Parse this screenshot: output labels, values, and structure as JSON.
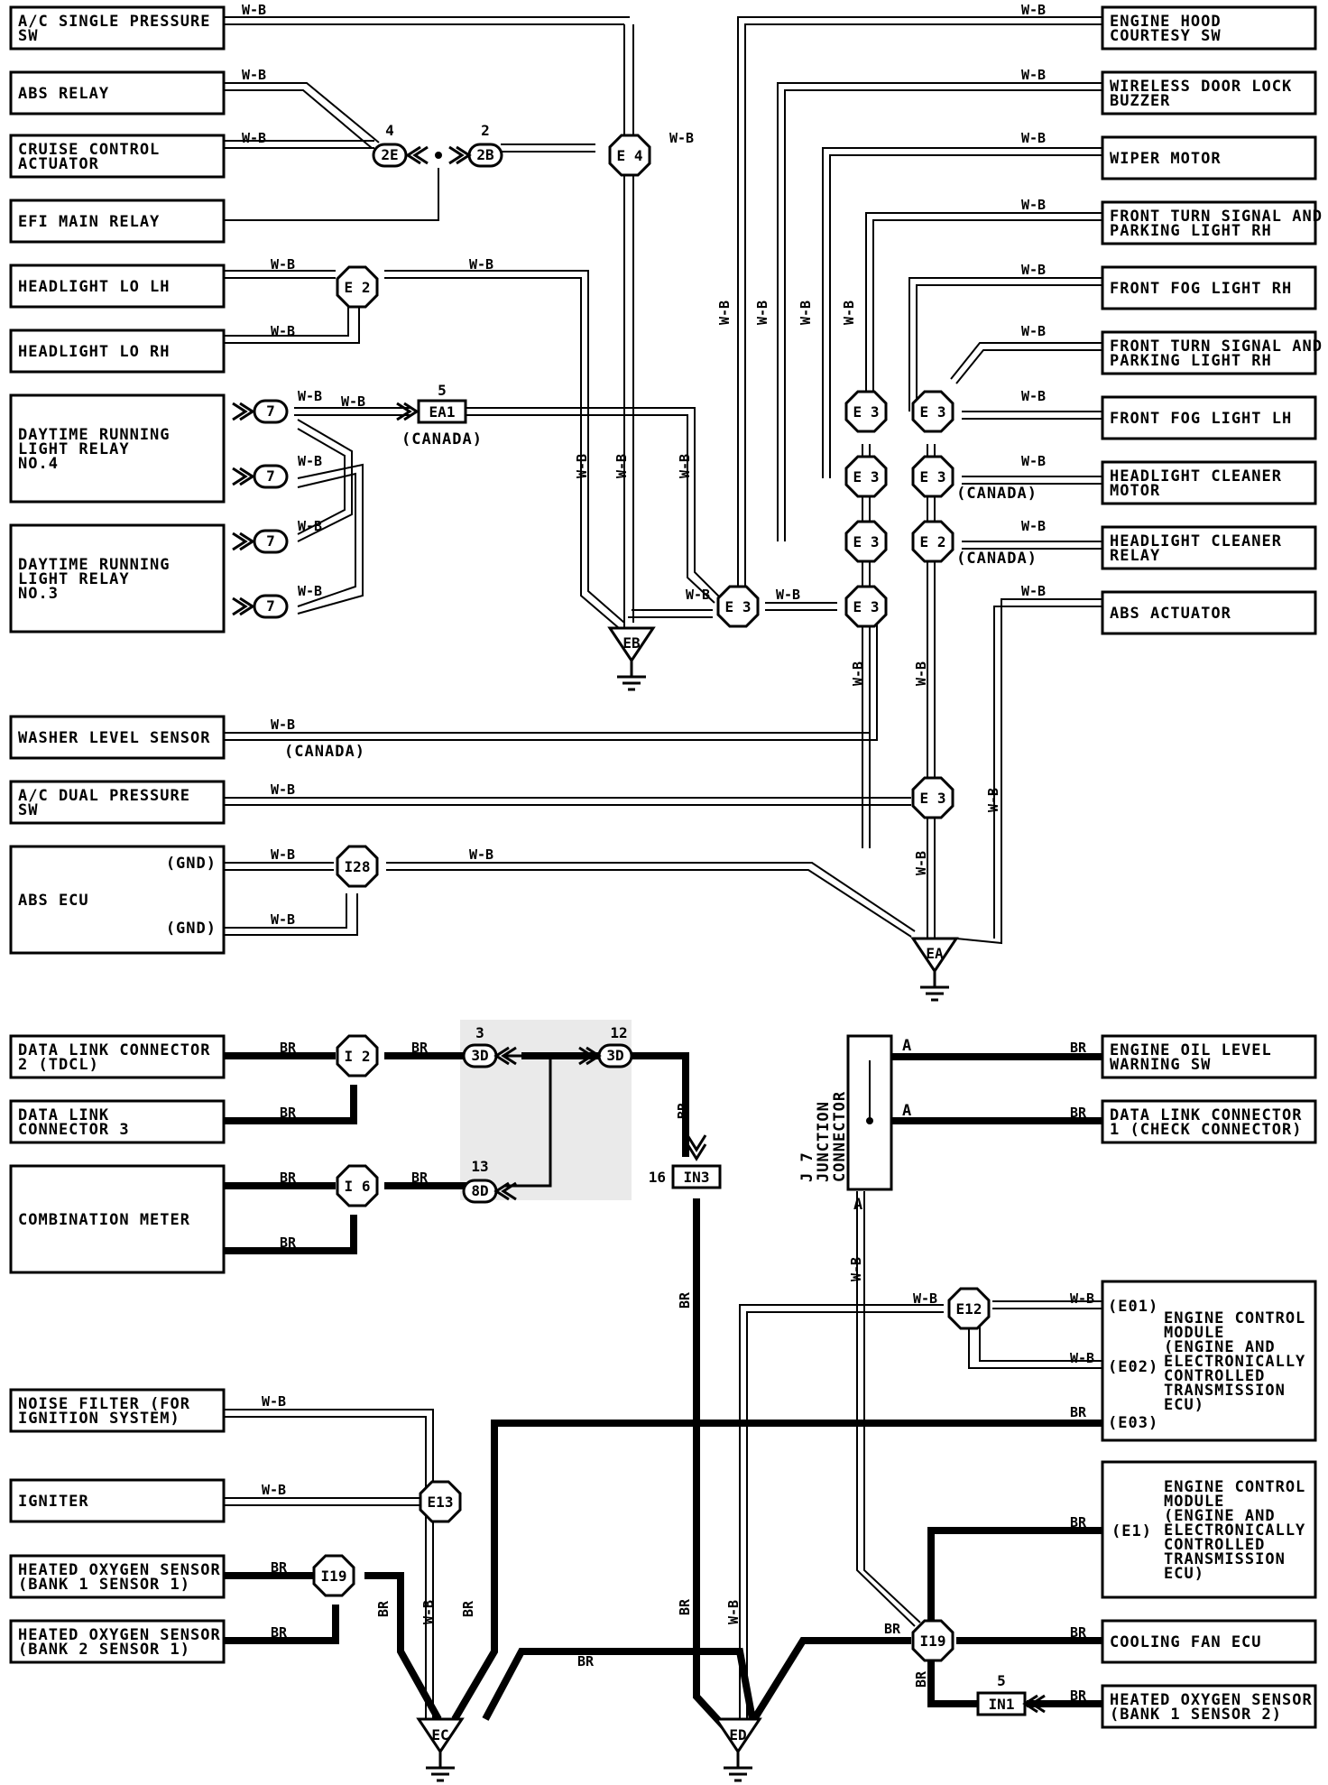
{
  "top": {
    "left_components": [
      {
        "id": "ac_single",
        "lines": [
          "A/C SINGLE PRESSURE",
          "SW"
        ]
      },
      {
        "id": "abs_relay",
        "lines": [
          "ABS RELAY"
        ]
      },
      {
        "id": "cruise",
        "lines": [
          "CRUISE CONTROL",
          "ACTUATOR"
        ]
      },
      {
        "id": "efi",
        "lines": [
          "EFI MAIN RELAY"
        ]
      },
      {
        "id": "hl_lo_lh",
        "lines": [
          "HEADLIGHT LO LH"
        ]
      },
      {
        "id": "hl_lo_rh",
        "lines": [
          "HEADLIGHT LO RH"
        ]
      },
      {
        "id": "drl4",
        "lines": [
          "DAYTIME RUNNING",
          "LIGHT RELAY",
          "NO.4"
        ]
      },
      {
        "id": "drl3",
        "lines": [
          "DAYTIME RUNNING",
          "LIGHT RELAY",
          "NO.3"
        ]
      },
      {
        "id": "washer",
        "lines": [
          "WASHER LEVEL SENSOR"
        ]
      },
      {
        "id": "ac_dual",
        "lines": [
          "A/C DUAL PRESSURE",
          "SW"
        ]
      },
      {
        "id": "abs_ecu",
        "lines": [
          "ABS ECU"
        ],
        "pins": [
          "(GND)",
          "(GND)"
        ]
      }
    ],
    "right_components": [
      {
        "id": "hood",
        "lines": [
          "ENGINE HOOD",
          "COURTESY SW"
        ]
      },
      {
        "id": "buzzer",
        "lines": [
          "WIRELESS DOOR LOCK",
          "BUZZER"
        ]
      },
      {
        "id": "wiper",
        "lines": [
          "WIPER MOTOR"
        ]
      },
      {
        "id": "fts1",
        "lines": [
          "FRONT TURN SIGNAL AND",
          "PARKING LIGHT RH"
        ]
      },
      {
        "id": "fog_rh",
        "lines": [
          "FRONT FOG LIGHT RH"
        ]
      },
      {
        "id": "fts2",
        "lines": [
          "FRONT TURN SIGNAL AND",
          "PARKING LIGHT RH"
        ]
      },
      {
        "id": "fog_lh",
        "lines": [
          "FRONT FOG LIGHT LH"
        ]
      },
      {
        "id": "hc_motor",
        "lines": [
          "HEADLIGHT CLEANER",
          "MOTOR"
        ]
      },
      {
        "id": "hc_relay",
        "lines": [
          "HEADLIGHT CLEANER",
          "RELAY"
        ]
      },
      {
        "id": "abs_act",
        "lines": [
          "ABS ACTUATOR"
        ]
      }
    ],
    "splices": [
      "E 4",
      "E 2",
      "E 3",
      "E 3",
      "E 3",
      "E 3",
      "E 3",
      "E 3",
      "E 3",
      "E 2",
      "E 3",
      "E 3",
      "I28"
    ],
    "connectors": {
      "c2e": "2E",
      "c2b": "2B",
      "c2e_num": "4",
      "c2b_num": "2",
      "ea1": "EA1",
      "ea1_num": "5",
      "drl_pin": "7"
    },
    "grounds": [
      "EB",
      "EA"
    ],
    "notes": {
      "canada": "(CANADA)"
    },
    "wire": "W-B"
  },
  "bottom": {
    "left_components": [
      {
        "id": "dlc2",
        "lines": [
          "DATA LINK CONNECTOR",
          "2 (TDCL)"
        ]
      },
      {
        "id": "dlc3",
        "lines": [
          "DATA LINK",
          "CONNECTOR 3"
        ]
      },
      {
        "id": "combo",
        "lines": [
          "COMBINATION METER"
        ]
      },
      {
        "id": "noise",
        "lines": [
          "NOISE FILTER (FOR",
          "IGNITION SYSTEM)"
        ]
      },
      {
        "id": "igniter",
        "lines": [
          "IGNITER"
        ]
      },
      {
        "id": "ho2s1",
        "lines": [
          "HEATED OXYGEN SENSOR",
          "(BANK 1 SENSOR 1)"
        ]
      },
      {
        "id": "ho2s2",
        "lines": [
          "HEATED OXYGEN SENSOR",
          "(BANK 2 SENSOR 1)"
        ]
      }
    ],
    "right_components": [
      {
        "id": "oil",
        "lines": [
          "ENGINE OIL LEVEL",
          "WARNING SW"
        ]
      },
      {
        "id": "dlc1",
        "lines": [
          "DATA LINK CONNECTOR",
          "1 (CHECK CONNECTOR)"
        ]
      },
      {
        "id": "ecm1",
        "lines": [
          "ENGINE CONTROL",
          "MODULE",
          "(ENGINE AND",
          "ELECTRONICALLY",
          "CONTROLLED",
          "TRANSMISSION",
          "ECU)"
        ],
        "pins": [
          "(E01)",
          "(E02)",
          "(E03)"
        ]
      },
      {
        "id": "ecm2",
        "lines": [
          "ENGINE CONTROL",
          "MODULE",
          "(ENGINE AND",
          "ELECTRONICALLY",
          "CONTROLLED",
          "TRANSMISSION",
          "ECU)"
        ],
        "pins": [
          "(E1)"
        ]
      },
      {
        "id": "fan",
        "lines": [
          "COOLING FAN ECU"
        ]
      },
      {
        "id": "ho2s3",
        "lines": [
          "HEATED OXYGEN SENSOR",
          "(BANK 1 SENSOR 2)"
        ]
      }
    ],
    "splices": [
      "I 2",
      "I 6",
      "E12",
      "E13",
      "I19",
      "I19"
    ],
    "connectors": {
      "c3d_a": "3D",
      "c3d_a_num": "3",
      "c3d_b": "3D",
      "c3d_b_num": "12",
      "c8d": "8D",
      "c8d_num": "13",
      "in3": "IN3",
      "in3_num": "16",
      "in1": "IN1",
      "in1_num": "5"
    },
    "junction": {
      "name": "J 7",
      "lines": [
        "JUNCTION",
        "CONNECTOR"
      ],
      "pin": "A"
    },
    "grounds": [
      "EC",
      "ED"
    ],
    "wire_br": "BR",
    "wire_wb": "W-B"
  }
}
